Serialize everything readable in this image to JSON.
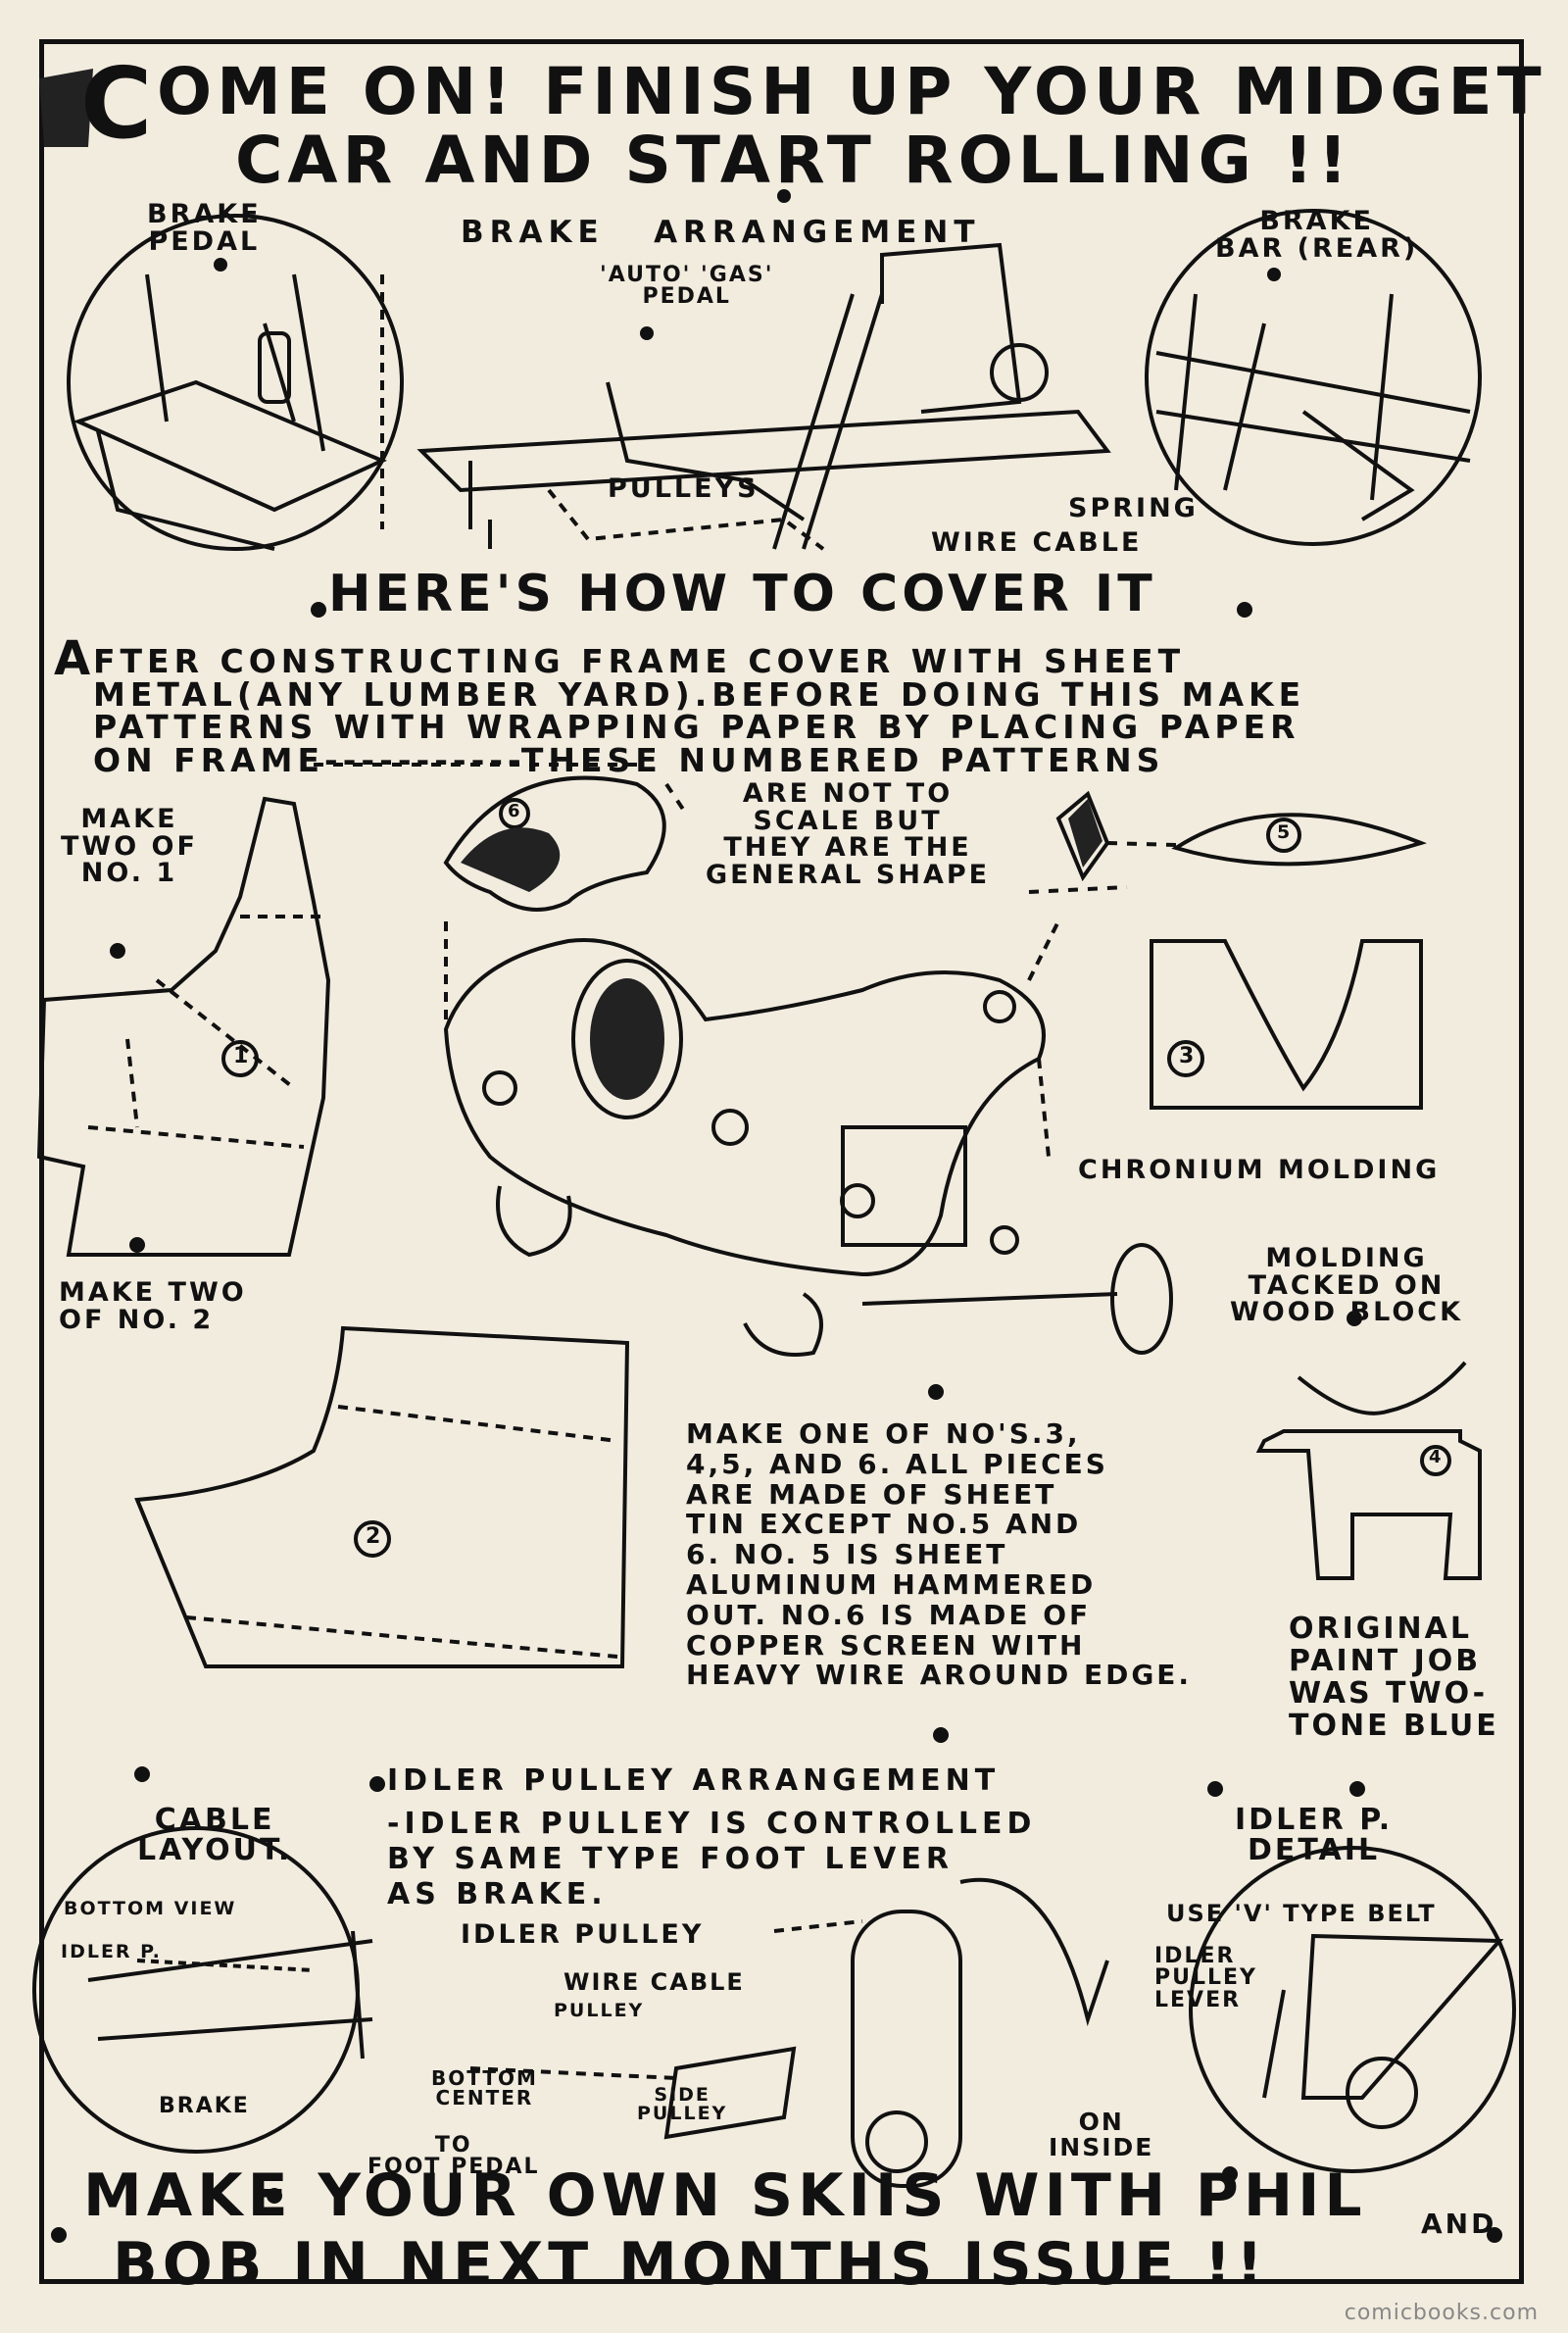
{
  "header": {
    "title_line1": "OME ON! FINISH UP YOUR MIDGET",
    "title_line2": "CAR AND START ROLLING !!",
    "drop_cap": "C"
  },
  "brake": {
    "brake_pedal": "BRAKE\nPEDAL",
    "heading": "BRAKE   ARRANGEMENT",
    "auto_gas_pedal": "'AUTO' 'GAS'\nPEDAL",
    "brake_bar": "BRAKE\nBAR (REAR)",
    "pulleys": "PULLEYS",
    "spring": "SPRING",
    "wire_cable": "WIRE CABLE"
  },
  "cover": {
    "heading": "HERE'S HOW TO COVER IT",
    "instructions": "FTER CONSTRUCTING FRAME COVER WITH SHEET\nMETAL(ANY LUMBER YARD).BEFORE DOING THIS MAKE\nPATTERNS WITH WRAPPING PAPER BY PLACING PAPER\nON FRAME-----------THESE NUMBERED PATTERNS",
    "instructions_dropcap": "A",
    "note": "ARE NOT TO\nSCALE BUT\nTHEY ARE THE\nGENERAL SHAPE",
    "make_two_no1": "MAKE\nTWO OF\nNO. 1",
    "make_two_no2": "MAKE TWO\nOF NO. 2",
    "chronium_molding": "CHRONIUM MOLDING",
    "molding_tacked": "MOLDING\nTACKED ON\nWOOD BLOCK",
    "make_one": "MAKE ONE OF NO'S.3,\n4,5, AND 6. ALL PIECES\nARE MADE OF SHEET\nTIN EXCEPT NO.5 AND\n6. NO. 5 IS SHEET\nALUMINUM HAMMERED\nOUT. NO.6 IS MADE OF\nCOPPER SCREEN WITH\nHEAVY WIRE AROUND EDGE.",
    "original_paint": "ORIGINAL\nPAINT JOB\nWAS TWO-\nTONE BLUE",
    "pattern_numbers": [
      "1",
      "2",
      "3",
      "4",
      "5",
      "6"
    ]
  },
  "idler": {
    "heading": "IDLER PULLEY ARRANGEMENT",
    "description": "-IDLER PULLEY IS CONTROLLED\nBY SAME TYPE FOOT LEVER\nAS BRAKE.",
    "cable_layout": "CABLE\nLAYOUT.",
    "bottom_view": "BOTTOM VIEW",
    "idler_p": "IDLER P.",
    "brake": "BRAKE",
    "idler_pulley": "IDLER PULLEY",
    "wire_cable": "WIRE CABLE",
    "pulley": "PULLEY",
    "bottom_center": "BOTTOM\nCENTER",
    "side_pulley": "SIDE\nPULLEY",
    "to_foot_pedal": "TO\nFOOT PEDAL",
    "on_inside": "ON\nINSIDE",
    "idler_p_detail": "IDLER P.\nDETAIL",
    "use_v_belt": "USE 'V' TYPE BELT",
    "idler_pulley_lever": "IDLER\nPULLEY\nLEVER"
  },
  "footer": {
    "line1": "MAKE YOUR OWN SKIIS WITH PHIL",
    "and": "AND",
    "line2": "BOB IN NEXT MONTHS ISSUE !!"
  },
  "watermark": "comicbooks.com"
}
